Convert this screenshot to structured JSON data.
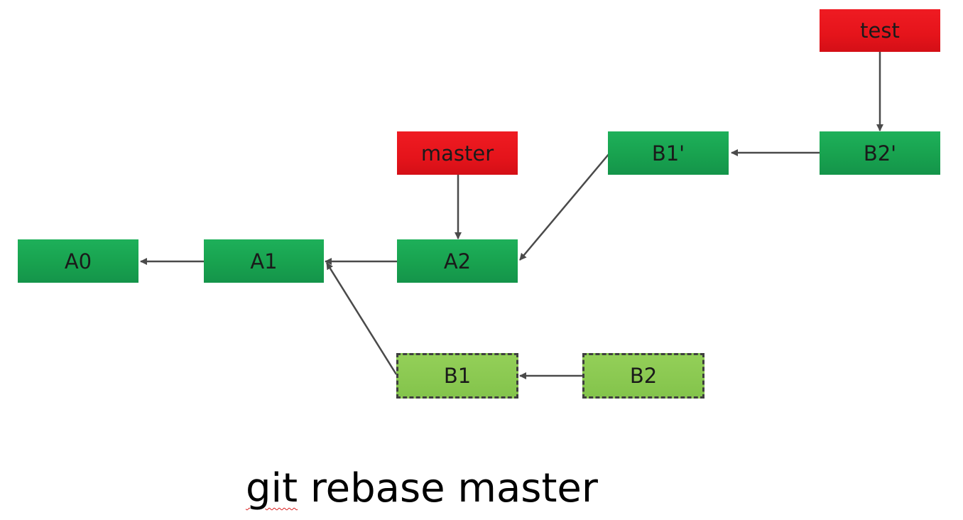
{
  "commits": {
    "A0": "A0",
    "A1": "A1",
    "A2": "A2",
    "B1_new": "B1'",
    "B2_new": "B2'",
    "B1_old": "B1",
    "B2_old": "B2"
  },
  "branches": {
    "master": "master",
    "test": "test"
  },
  "caption": {
    "word1": "git",
    "rest": " rebase master"
  },
  "colors": {
    "commit": "#18a24f",
    "commit_old": "#8cca52",
    "branch": "#e5141b",
    "arrow": "#4a4a4a",
    "spellcheck_underline": "#d92020"
  }
}
